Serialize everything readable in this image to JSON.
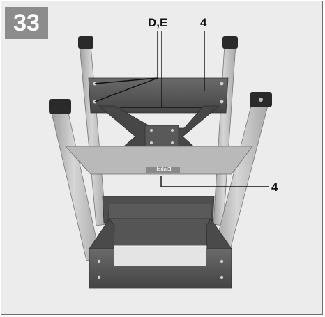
{
  "figure": {
    "number": "33",
    "callouts": {
      "de": "D,E",
      "four_top": "4",
      "four_mid": "4"
    },
    "brand_plate": "Einhell"
  },
  "colors": {
    "background": "#ececec",
    "badge": "#8c8c8c",
    "steel": "#5c5c5c",
    "aluminium": "#c8c8c8",
    "foot": "#2a2a2a"
  }
}
